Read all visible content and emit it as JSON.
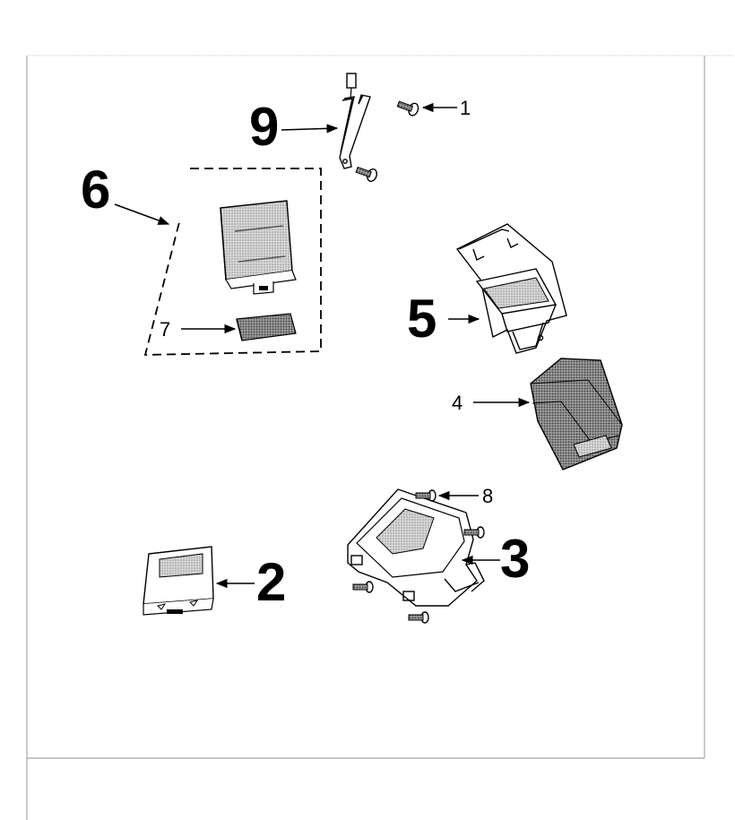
{
  "callouts": {
    "c1": "1",
    "c2": "2",
    "c3": "3",
    "c4": "4",
    "c5": "5",
    "c6": "6",
    "c7": "7",
    "c8": "8",
    "c9": "9"
  },
  "parts": {
    "p1": "screw-icon",
    "p2": "control-module-icon",
    "p3": "mounting-bracket-icon",
    "p4": "module-housing-icon",
    "p5": "bracket-cover-icon",
    "p6": "module-kit-icon",
    "p7": "connector-cover-icon",
    "p8": "screw-icon",
    "p9": "antenna-strap-icon"
  },
  "colors": {
    "line": "#000000",
    "stipple": "#b9b9b9",
    "frame": "#a8a8a8"
  }
}
